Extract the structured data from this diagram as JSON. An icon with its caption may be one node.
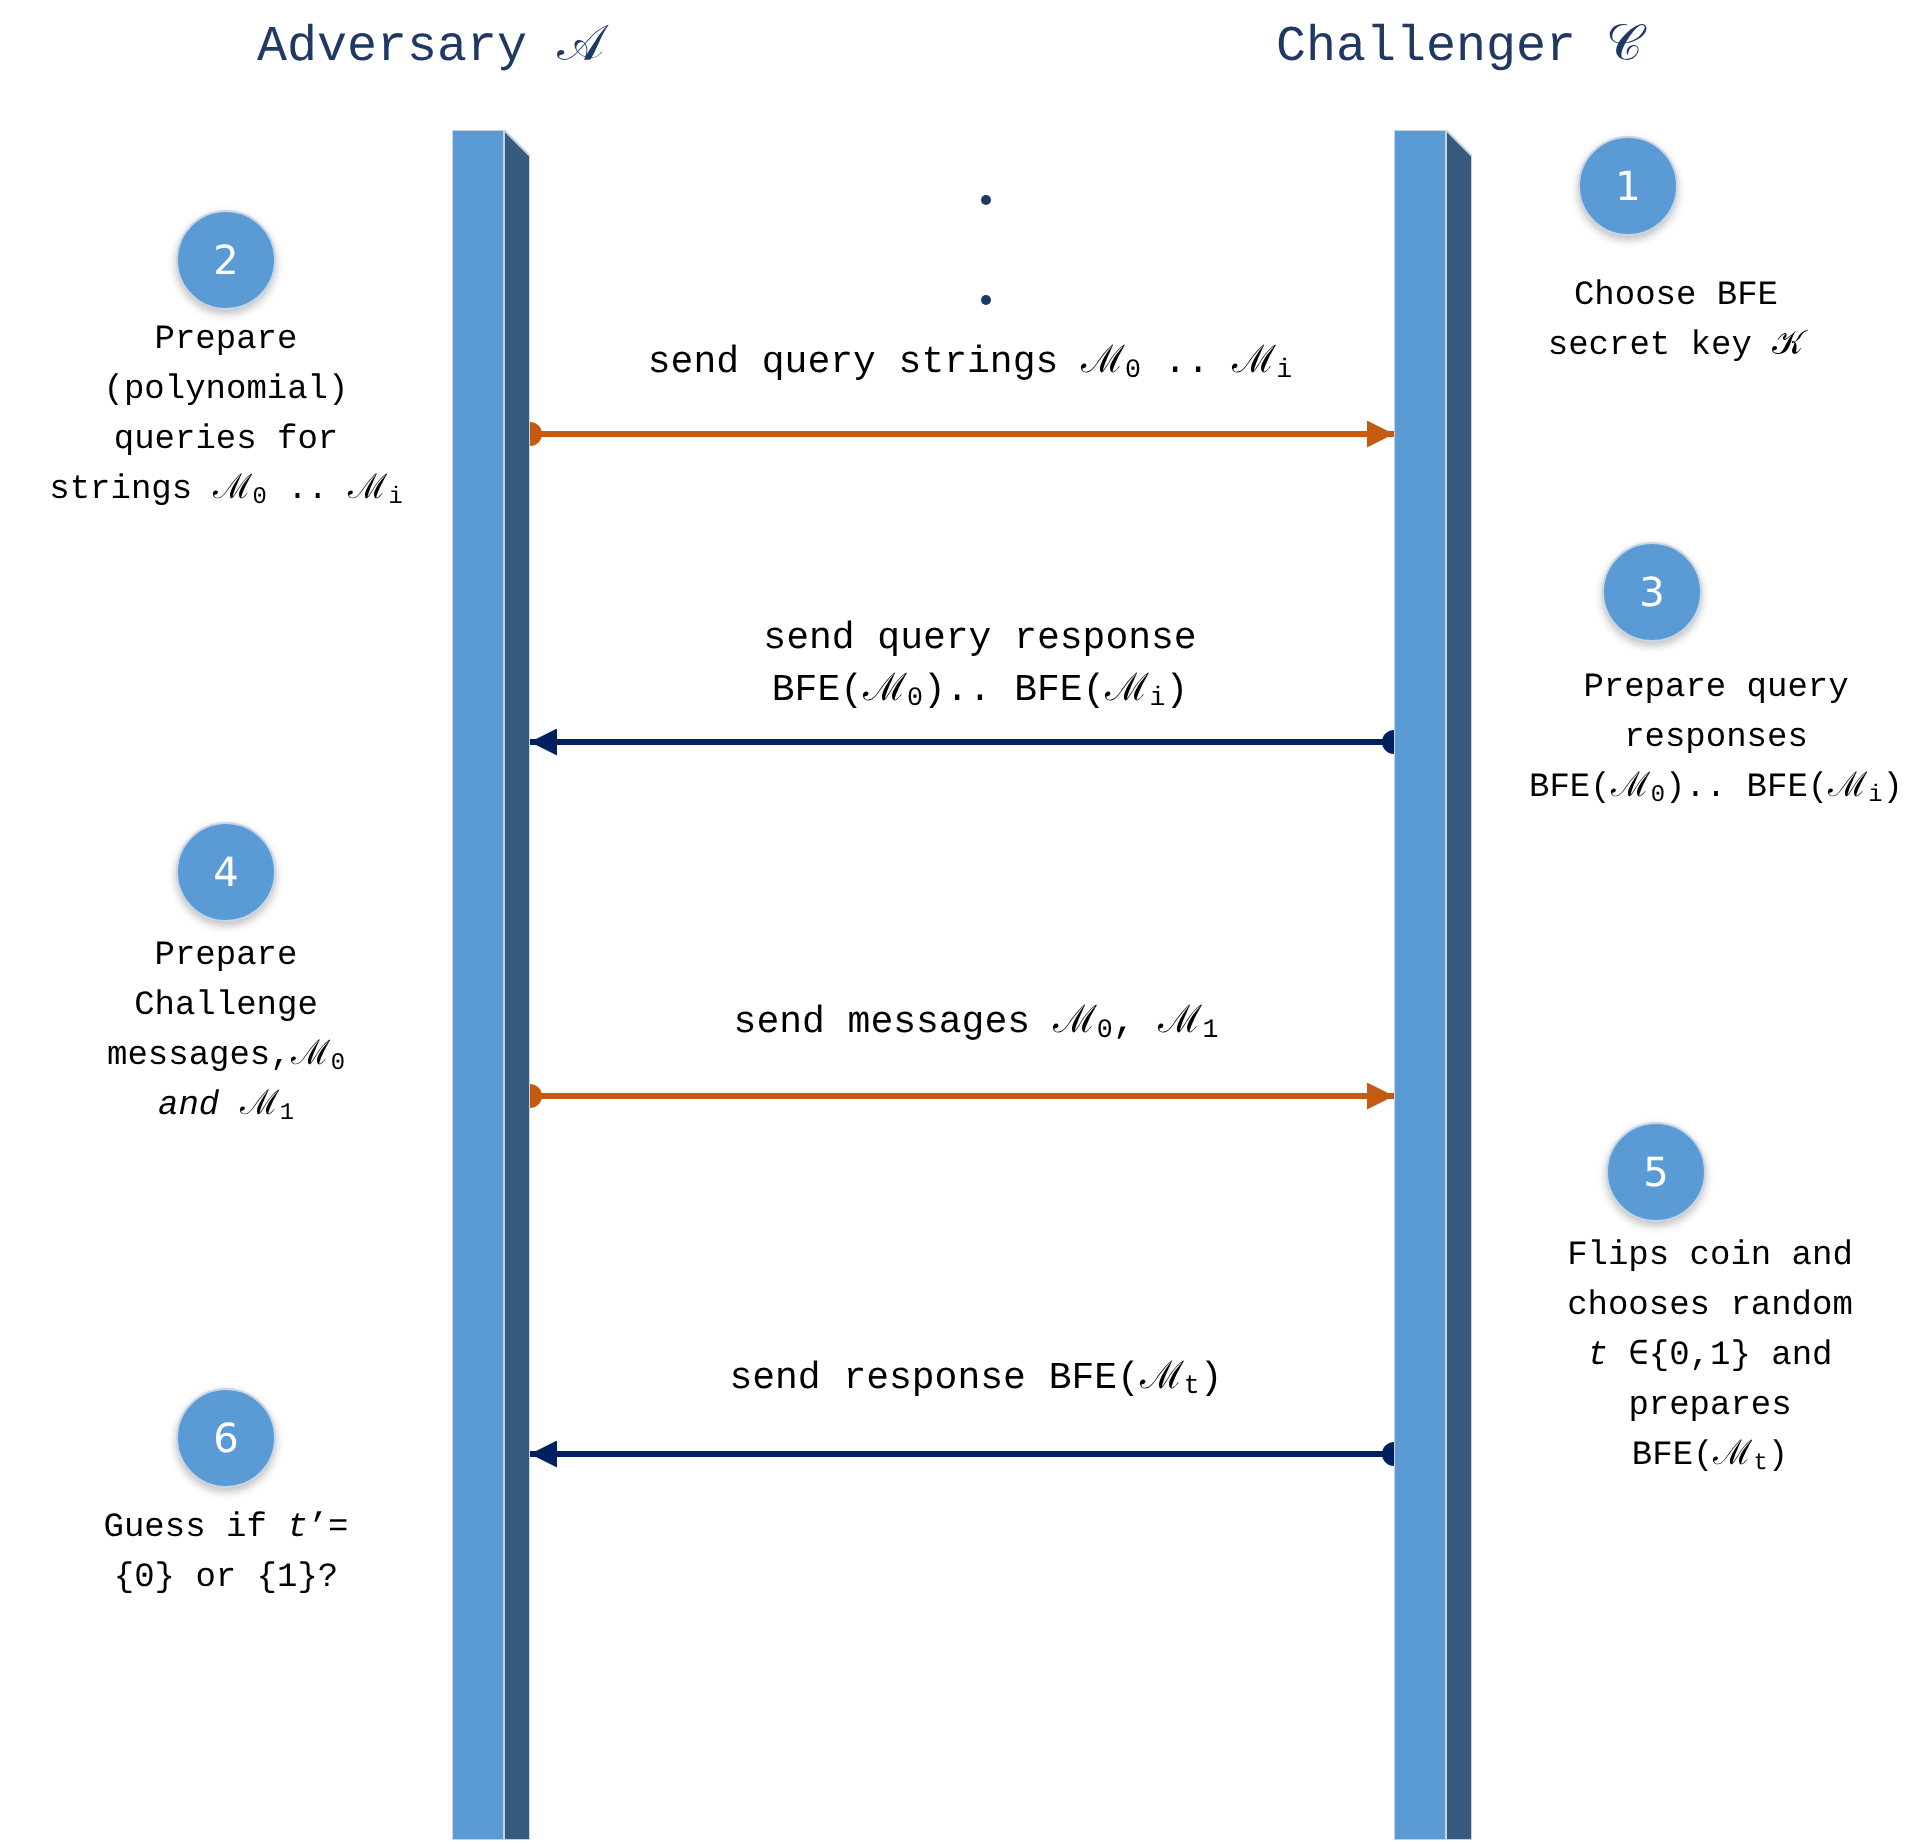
{
  "diagram": {
    "nodes": [
      {
        "text": [
          "Adversary 𝒜"
        ]
      },
      {
        "text": [
          "Challenger 𝒞"
        ]
      },
      {
        "text": [
          "1"
        ],
        "beside": [
          "Choose BFE secret key 𝒦"
        ]
      },
      {
        "text": [
          "2"
        ],
        "beside": [
          "Prepare (polynomial) queries for strings ℳ$_{0}$ .. ℳ$_{i}$"
        ]
      },
      {
        "text": [
          "3"
        ],
        "beside": [
          "Prepare query responses BFE(ℳ$_{0}$).. BFE(ℳ$_{i}$)"
        ]
      },
      {
        "text": [
          "4"
        ],
        "beside": [
          "Prepare Challenge messages,ℳ$_{0}$ *and* ℳ$_{1}$"
        ]
      },
      {
        "text": [
          "5"
        ],
        "beside": [
          "Flips coin and chooses random *t* ∈{0,1} and prepares BFE(ℳ$_{t}$)"
        ]
      },
      {
        "text": [
          "6"
        ],
        "beside": [
          "Guess if *t*’= {0} or {1}?"
        ]
      }
    ],
    "edges": [
      {
        "from": 0,
        "to": 1,
        "arrow": "to",
        "label": "send query strings ℳ$_{0}$ .. ℳ$_{i}$",
        "color": "#c55a11"
      },
      {
        "from": 1,
        "to": 0,
        "arrow": "to",
        "label": "send query response BFE(ℳ$_{0}$).. BFE(ℳ$_{i}$)",
        "color": "#002060"
      },
      {
        "from": 0,
        "to": 1,
        "arrow": "to",
        "label": "send messages ℳ$_{0}$, ℳ$_{1}$",
        "color": "#c55a11"
      },
      {
        "from": 1,
        "to": 0,
        "arrow": "to",
        "label": "send response BFE(ℳ$_{t}$)",
        "color": "#002060"
      }
    ]
  }
}
